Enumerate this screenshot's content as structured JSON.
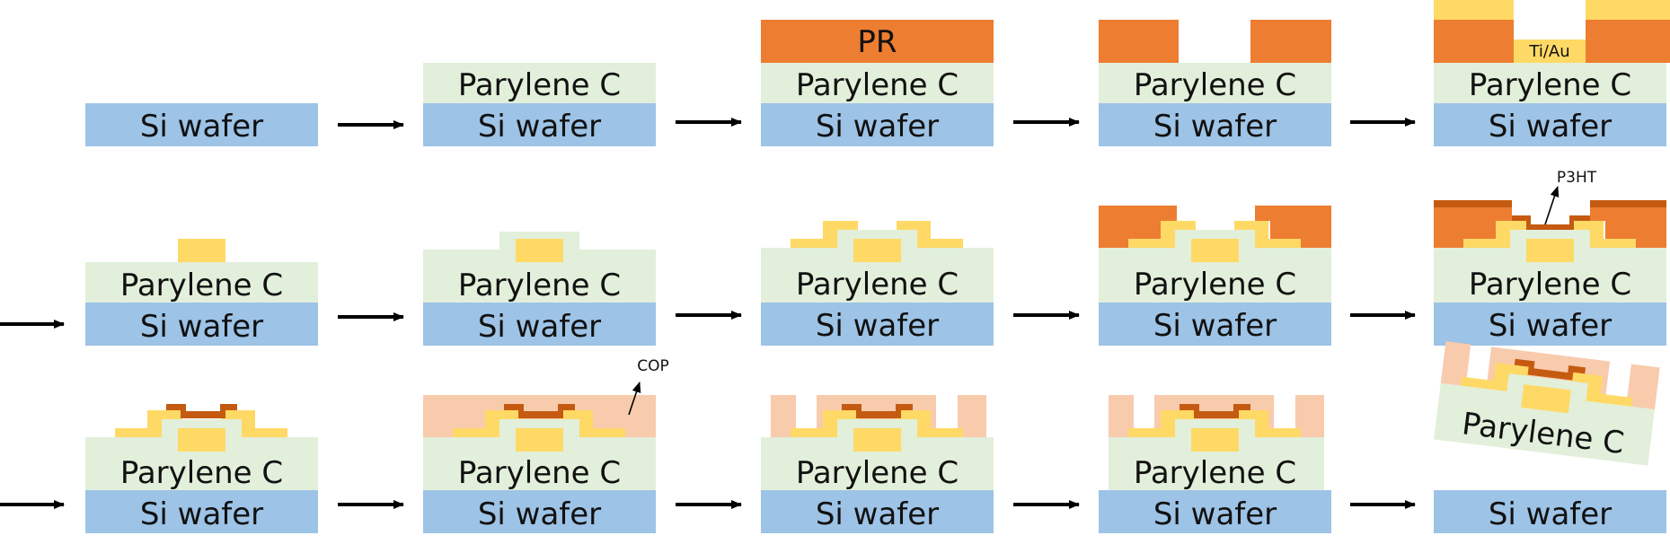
{
  "labels": {
    "si_wafer": "Si wafer",
    "parylene_c": "Parylene C",
    "pr": "PR",
    "ti_au": "Ti/Au",
    "p3ht": "P3HT",
    "cop": "COP"
  },
  "colors": {
    "si_wafer": "#9dc3e6",
    "parylene": "#e2efda",
    "photoresist": "#ed7d31",
    "gold": "#ffd966",
    "p3ht": "#c55a11",
    "cop": "#f8cbad",
    "arrow": "#000000",
    "text": "#111111"
  },
  "steps": [
    {
      "row": 1,
      "col": 1,
      "layers": [
        "Si wafer"
      ]
    },
    {
      "row": 1,
      "col": 2,
      "layers": [
        "Si wafer",
        "Parylene C"
      ]
    },
    {
      "row": 1,
      "col": 3,
      "layers": [
        "Si wafer",
        "Parylene C",
        "PR"
      ]
    },
    {
      "row": 1,
      "col": 4,
      "layers": [
        "Si wafer",
        "Parylene C",
        "PR"
      ]
    },
    {
      "row": 1,
      "col": 5,
      "layers": [
        "Si wafer",
        "Parylene C",
        "PR",
        "Ti/Au"
      ]
    },
    {
      "row": 2,
      "col": 1,
      "layers": [
        "Si wafer",
        "Parylene C",
        "Ti/Au"
      ]
    },
    {
      "row": 2,
      "col": 2,
      "layers": [
        "Si wafer",
        "Parylene C",
        "Ti/Au"
      ]
    },
    {
      "row": 2,
      "col": 3,
      "layers": [
        "Si wafer",
        "Parylene C",
        "Ti/Au"
      ]
    },
    {
      "row": 2,
      "col": 4,
      "layers": [
        "Si wafer",
        "Parylene C",
        "Ti/Au",
        "PR"
      ]
    },
    {
      "row": 2,
      "col": 5,
      "layers": [
        "Si wafer",
        "Parylene C",
        "Ti/Au",
        "PR",
        "P3HT"
      ]
    },
    {
      "row": 3,
      "col": 1,
      "layers": [
        "Si wafer",
        "Parylene C",
        "Ti/Au",
        "P3HT"
      ]
    },
    {
      "row": 3,
      "col": 2,
      "layers": [
        "Si wafer",
        "Parylene C",
        "Ti/Au",
        "P3HT",
        "COP"
      ]
    },
    {
      "row": 3,
      "col": 3,
      "layers": [
        "Si wafer",
        "Parylene C",
        "Ti/Au",
        "P3HT",
        "COP"
      ]
    },
    {
      "row": 3,
      "col": 4,
      "layers": [
        "Si wafer",
        "Parylene C",
        "Ti/Au",
        "P3HT",
        "COP"
      ]
    },
    {
      "row": 3,
      "col": 5,
      "layers": [
        "Si wafer",
        "Parylene C",
        "Ti/Au",
        "P3HT",
        "COP"
      ]
    }
  ],
  "arrows": [
    {
      "from": "1-1",
      "to": "1-2"
    },
    {
      "from": "1-2",
      "to": "1-3"
    },
    {
      "from": "1-3",
      "to": "1-4"
    },
    {
      "from": "1-4",
      "to": "1-5"
    },
    {
      "from": "1-5",
      "to": "2-1"
    },
    {
      "from": "2-1",
      "to": "2-2"
    },
    {
      "from": "2-2",
      "to": "2-3"
    },
    {
      "from": "2-3",
      "to": "2-4"
    },
    {
      "from": "2-4",
      "to": "2-5"
    },
    {
      "from": "2-5",
      "to": "3-1"
    },
    {
      "from": "3-1",
      "to": "3-2"
    },
    {
      "from": "3-2",
      "to": "3-3"
    },
    {
      "from": "3-3",
      "to": "3-4"
    },
    {
      "from": "3-4",
      "to": "3-5"
    }
  ]
}
